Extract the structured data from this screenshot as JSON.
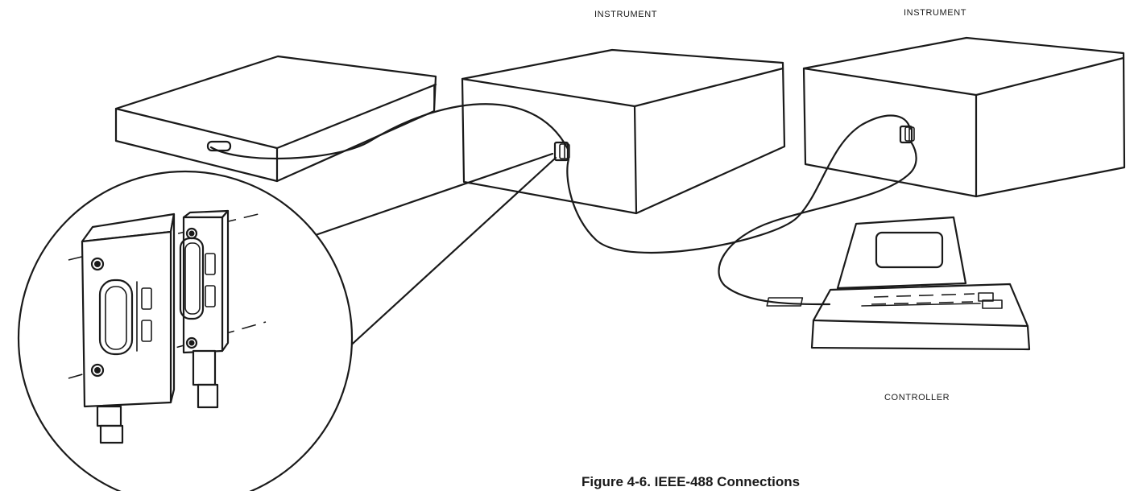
{
  "figure": {
    "labels": {
      "instrument_1": "INSTRUMENT",
      "instrument_2": "INSTRUMENT",
      "controller": "CONTROLLER"
    },
    "caption": "Figure 4-6. IEEE-488 Connections"
  }
}
